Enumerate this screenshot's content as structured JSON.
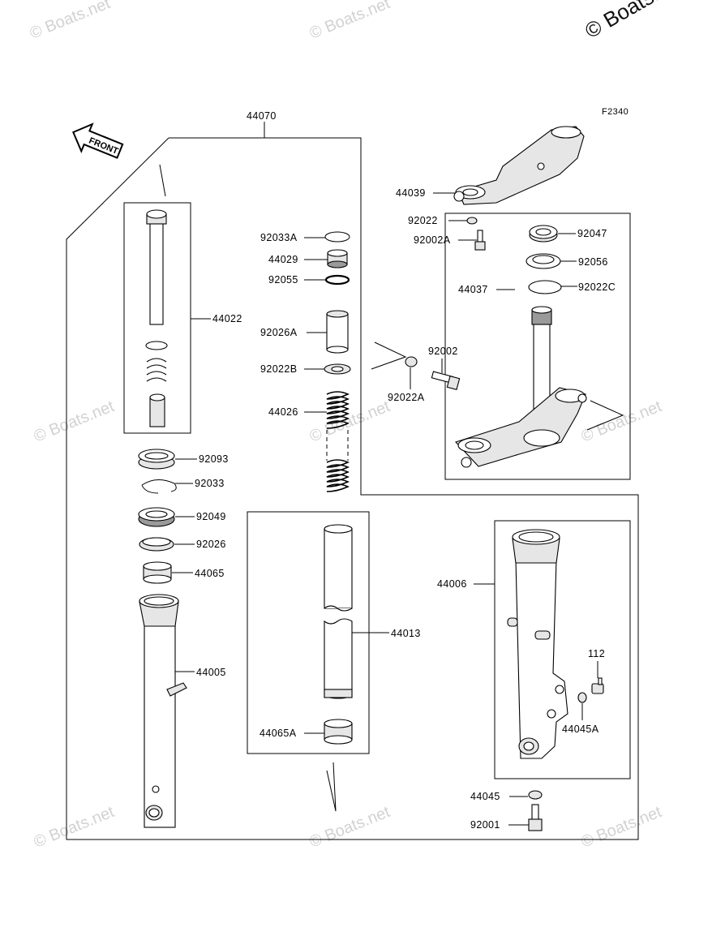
{
  "diagram_code": "F2340",
  "copyright": "© Boats.net",
  "watermark": "© Boats.net",
  "front_arrow_label": "FRONT",
  "labels": {
    "p44070": "44070",
    "p44039": "44039",
    "p92022": "92022",
    "p92002A": "92002A",
    "p92047": "92047",
    "p92056": "92056",
    "p92022C": "92022C",
    "p44037": "44037",
    "p92002": "92002",
    "p92022A": "92022A",
    "p92033A": "92033A",
    "p44029": "44029",
    "p92055": "92055",
    "p92026A": "92026A",
    "p92022B": "92022B",
    "p44026": "44026",
    "p44022": "44022",
    "p92093": "92093",
    "p92033": "92033",
    "p92049": "92049",
    "p92026": "92026",
    "p44065": "44065",
    "p44005": "44005",
    "p44013": "44013",
    "p44065A": "44065A",
    "p44006": "44006",
    "p112": "112",
    "p44045A": "44045A",
    "p44045": "44045",
    "p92001": "92001"
  }
}
